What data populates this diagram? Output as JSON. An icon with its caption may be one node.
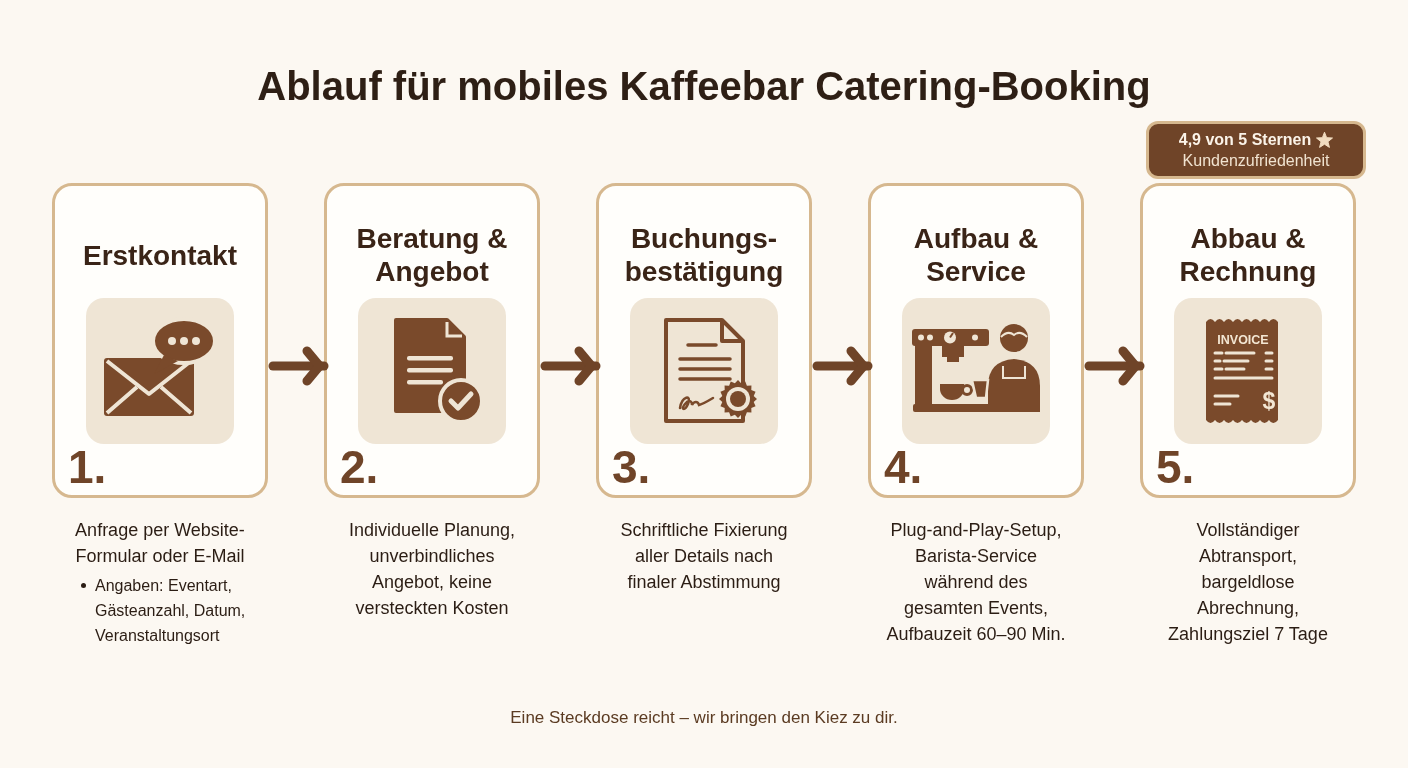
{
  "diagram": {
    "title": "Ablauf für mobiles Kaffeebar Catering-Booking",
    "nodes": [
      {
        "text": [
          "Erstkontakt",
          "1."
        ],
        "beside": [
          "Anfrage per Website-Formular oder E-Mail",
          "Angaben: Eventart, Gästeanzahl, Datum, Veranstaltungsort"
        ]
      },
      {
        "text": [
          "Beratung & Angebot",
          "2."
        ],
        "beside": [
          "Individuelle Planung, unverbindliches Angebot, keine versteckten Kosten"
        ]
      },
      {
        "text": [
          "Buchungs-bestätigung",
          "3."
        ],
        "beside": [
          "Schriftliche Fixierung aller Details nach finaler Abstimmung"
        ]
      },
      {
        "text": [
          "Aufbau & Service",
          "4."
        ],
        "beside": [
          "Plug-and-Play-Setup, Barista-Service während des gesamten Events, Aufbauzeit 60–90 Min."
        ]
      },
      {
        "text": [
          "Abbau & Rechnung",
          "5."
        ],
        "beside": [
          "Vollständiger Abtransport, bargeldlose Abrechnung, Zahlungsziel 7 Tage"
        ]
      },
      {
        "text": [
          "4,9 von 5 Sternen",
          "Kundenzufriedenheit"
        ]
      }
    ],
    "edges": [
      {
        "from": 0,
        "to": 1,
        "arrow": "to"
      },
      {
        "from": 1,
        "to": 2,
        "arrow": "to"
      },
      {
        "from": 2,
        "to": 3,
        "arrow": "to"
      },
      {
        "from": 3,
        "to": 4,
        "arrow": "to"
      }
    ],
    "labels": [
      "INVOICE",
      "$"
    ],
    "caption": "Eine Steckdose reicht – wir bringen den Kiez zu dir."
  }
}
